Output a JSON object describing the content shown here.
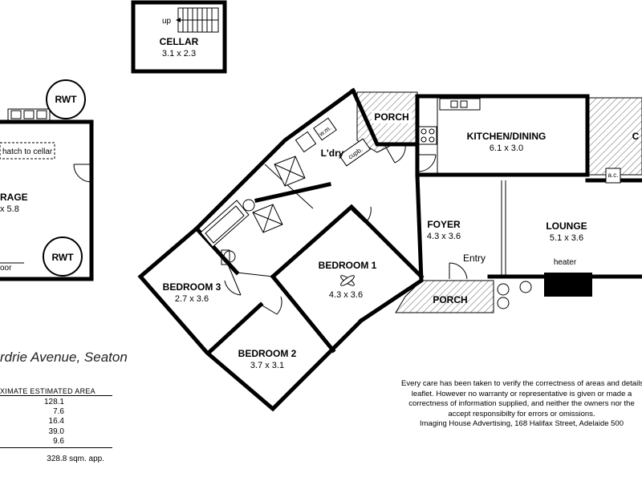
{
  "cellar": {
    "stair_label": "up",
    "name": "CELLAR",
    "dims": "3.1 x 2.3"
  },
  "garage": {
    "hatch_note": "hatch to cellar",
    "name_partial": "RAGE",
    "dims_partial": "x 5.8",
    "floor_partial": "oor"
  },
  "rwt_labels": [
    "RWT",
    "RWT"
  ],
  "rooms": {
    "porch_rear": "PORCH",
    "laundry": "L'dry",
    "cupboard": "cupb.",
    "washing_machine": "w.m.",
    "kitchen": {
      "name": "KITCHEN/DINING",
      "dims": "6.1 x 3.0"
    },
    "foyer": {
      "name": "FOYER",
      "dims": "4.3 x 3.6"
    },
    "lounge": {
      "name": "LOUNGE",
      "dims": "5.1 x 3.6"
    },
    "heater": "heater",
    "aircon": "a.c.",
    "entry": "Entry",
    "porch_front": "PORCH",
    "bedroom1": {
      "name": "BEDROOM 1",
      "dims": "4.3 x 3.6"
    },
    "bedroom2": {
      "name": "BEDROOM 2",
      "dims": "3.7 x 3.1"
    },
    "bedroom3": {
      "name": "BEDROOM 3",
      "dims": "2.7 x 3.6"
    },
    "right_edge_partial": "C"
  },
  "address": "rdrie Avenue, Seaton",
  "area_table": {
    "title": "XIMATE ESTIMATED AREA",
    "values": [
      "128.1",
      "7.6",
      "16.4",
      "39.0",
      "9.6"
    ],
    "total": "328.8 sqm. app."
  },
  "disclaimer": {
    "lines": [
      "Every care has been taken to verify the correctness of areas and details",
      "leaflet.  However no warranty or representative is given or made a",
      "correctness of information supplied, and neither the owners nor the",
      "accept responsibilty for errors or omissions.",
      "Imaging House Advertising, 168 Halifax Street, Adelaide 500"
    ]
  }
}
